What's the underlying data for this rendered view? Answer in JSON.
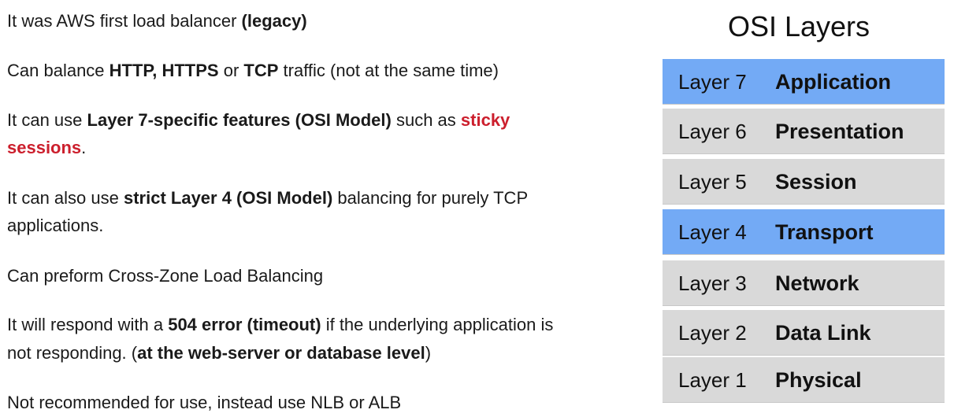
{
  "bullets": [
    {
      "pre": "It was AWS first load balancer ",
      "b1": "(legacy)"
    },
    {
      "pre": "Can balance ",
      "b1": "HTTP, HTTPS",
      "mid": " or ",
      "b2": "TCP",
      "post": " traffic (not at the same time)"
    },
    {
      "pre": "It can use ",
      "b1": "Layer 7-specific features (OSI Model)",
      "mid": " such as ",
      "red1": "sticky",
      "red2": "sessions",
      "post": "."
    },
    {
      "pre": "It can also use ",
      "b1": "strict Layer 4 (OSI Model)",
      "mid": " balancing for purely TCP",
      "line2": "applications."
    },
    {
      "pre": "Can preform Cross-Zone Load Balancing"
    },
    {
      "pre": "It will respond with a ",
      "b1": "504 error (timeout)",
      "mid": " if the underlying application is",
      "line2pre": "not responding. (",
      "b2": "at the web-server or database level",
      "post": ")"
    },
    {
      "pre": "Not recommended for use, instead use NLB or ALB"
    }
  ],
  "osi": {
    "title": "OSI Layers",
    "highlight_color": "#73aaf5",
    "default_color": "#d9d9d9",
    "layers": [
      {
        "num": "Layer 7",
        "name": "Application",
        "highlighted": true
      },
      {
        "num": "Layer 6",
        "name": "Presentation",
        "highlighted": false
      },
      {
        "num": "Layer 5",
        "name": "Session",
        "highlighted": false
      },
      {
        "num": "Layer 4",
        "name": "Transport",
        "highlighted": true
      },
      {
        "num": "Layer 3",
        "name": "Network",
        "highlighted": false
      },
      {
        "num": "Layer 2",
        "name": "Data Link",
        "highlighted": false
      },
      {
        "num": "Layer 1",
        "name": "Physical",
        "highlighted": false
      }
    ]
  }
}
